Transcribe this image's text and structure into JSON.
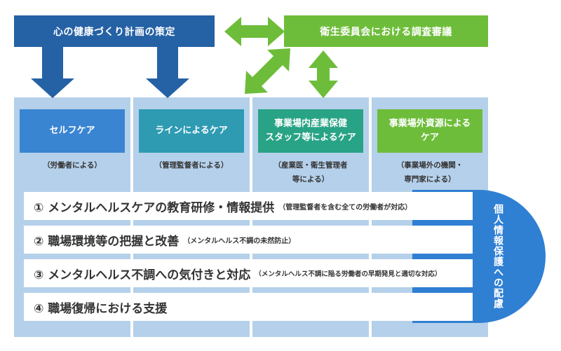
{
  "colors": {
    "blue_dark": "#2561a5",
    "blue_mid": "#3a85d2",
    "teal": "#2e9bb3",
    "teal_green": "#29a386",
    "green": "#6ebd3a",
    "column_bg": "#b5d0ea",
    "privacy_blue": "#2f7fd3"
  },
  "top": {
    "plan_label": "心の健康づくり計画の策定",
    "committee_label": "衛生委員会における調査審議"
  },
  "cares": [
    {
      "title": "セルフケア",
      "sub": "（労働者による）"
    },
    {
      "title": "ラインによるケア",
      "sub": "（管理監督者による）"
    },
    {
      "title": "事業場内産業保健\nスタッフ等によるケア",
      "sub": "（産業医・衛生管理者\n等による）"
    },
    {
      "title": "事業場外資源による\nケア",
      "sub": "（事業場外の機関・\n専門家による）"
    }
  ],
  "rows": [
    {
      "main": "① メンタルヘルスケアの教育研修・情報提供",
      "note": "（管理監督者を含む全ての労働者が対応）"
    },
    {
      "main": "② 職場環境等の把握と改善",
      "note": "（メンタルヘルス不調の未然防止）"
    },
    {
      "main": "③ メンタルヘルス不調への気付きと対応",
      "note": "（メンタルヘルス不調に陥る労働者の早期発見と適切な対応）"
    },
    {
      "main": "④ 職場復帰における支援",
      "note": ""
    }
  ],
  "privacy_label": "個人情報保護への配慮",
  "icons": {
    "arrow_down": "arrow-down-icon",
    "arrow_both_horizontal": "double-arrow-horizontal-icon",
    "arrow_both_diagonal": "double-arrow-diagonal-icon",
    "arrow_both_vertical": "double-arrow-vertical-icon"
  }
}
